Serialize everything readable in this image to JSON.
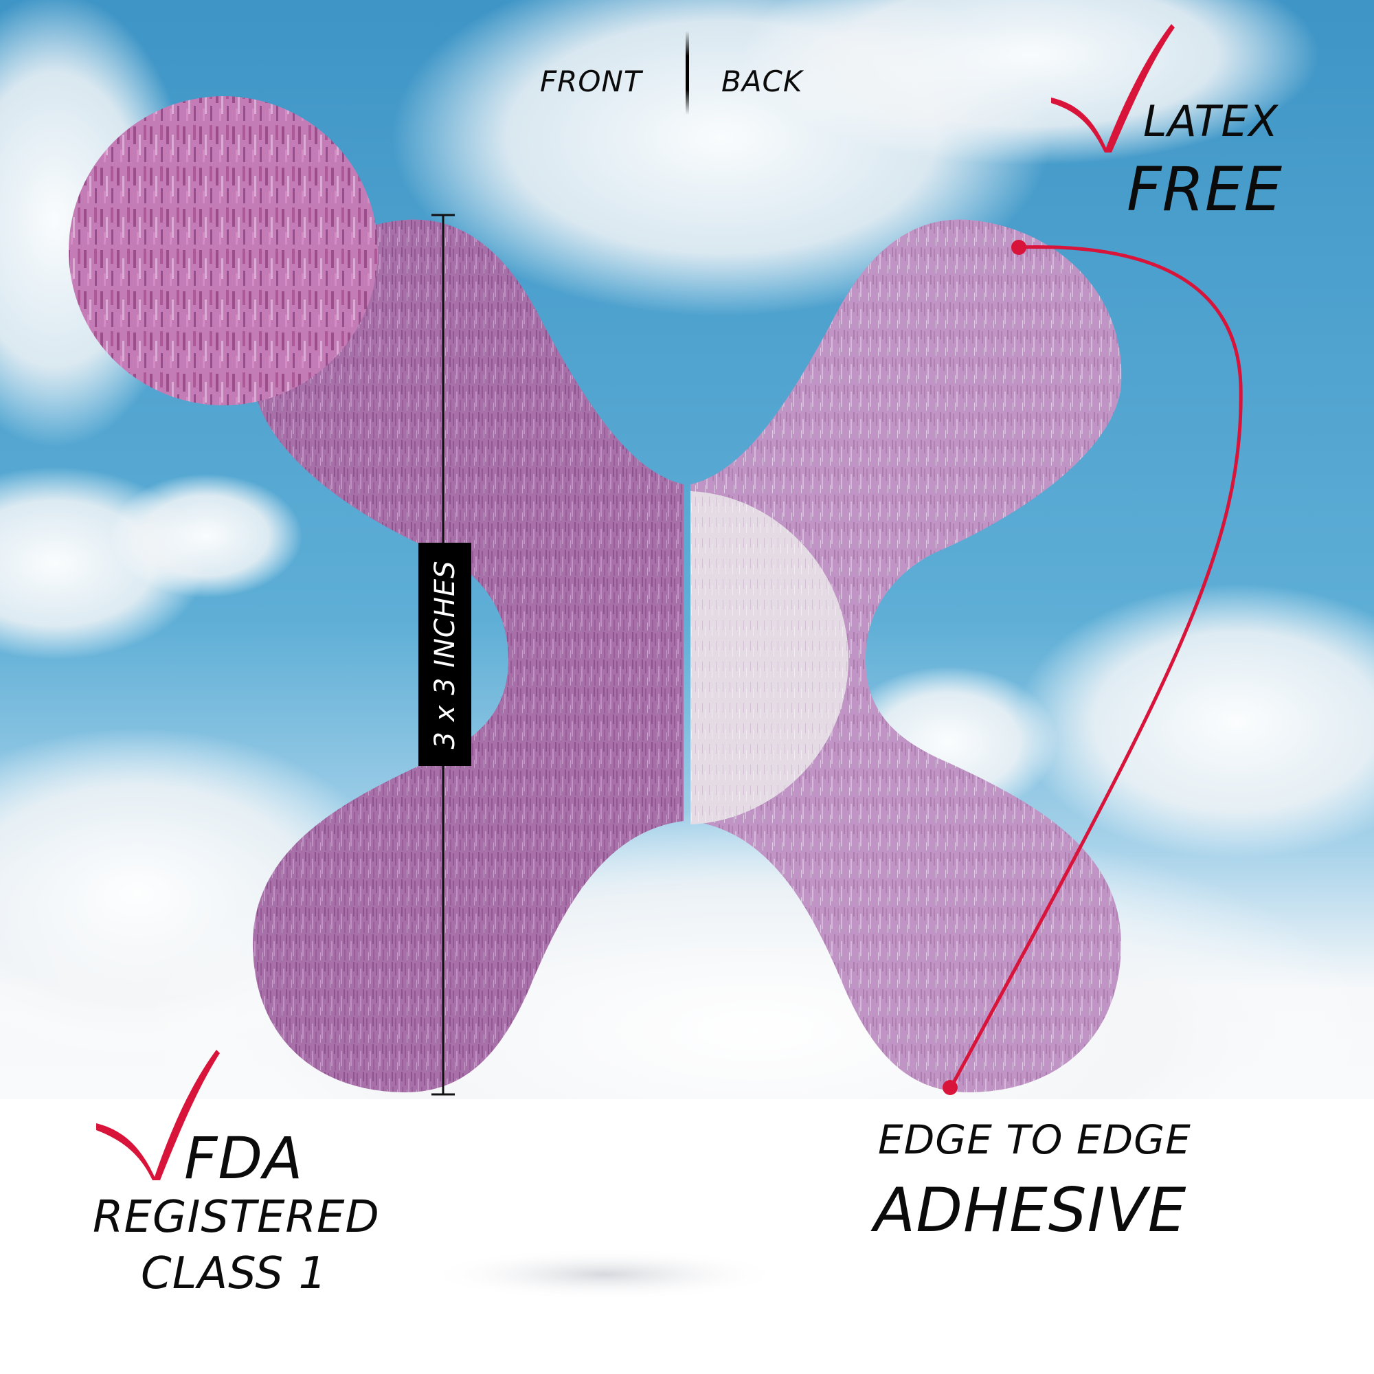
{
  "header": {
    "front_label": "FRONT",
    "back_label": "BACK"
  },
  "badges": {
    "latex": {
      "line1": "LATEX",
      "line2": "FREE",
      "icon": "checkmark-icon"
    },
    "fda": {
      "line1": "FDA",
      "line2": "REGISTERED",
      "line3": "CLASS 1",
      "icon": "checkmark-icon"
    }
  },
  "product": {
    "size_label": "3 x 3 INCHES",
    "feature_line1": "EDGE TO EDGE",
    "feature_line2": "ADHESIVE"
  },
  "colors": {
    "accent_red": "#d8143a",
    "sky_blue": "#4aa0cc",
    "bandage_purple": "#a66fa6",
    "bandage_back": "#c296c4",
    "pad_white": "#e6dde6",
    "text": "#0b0b0b"
  }
}
